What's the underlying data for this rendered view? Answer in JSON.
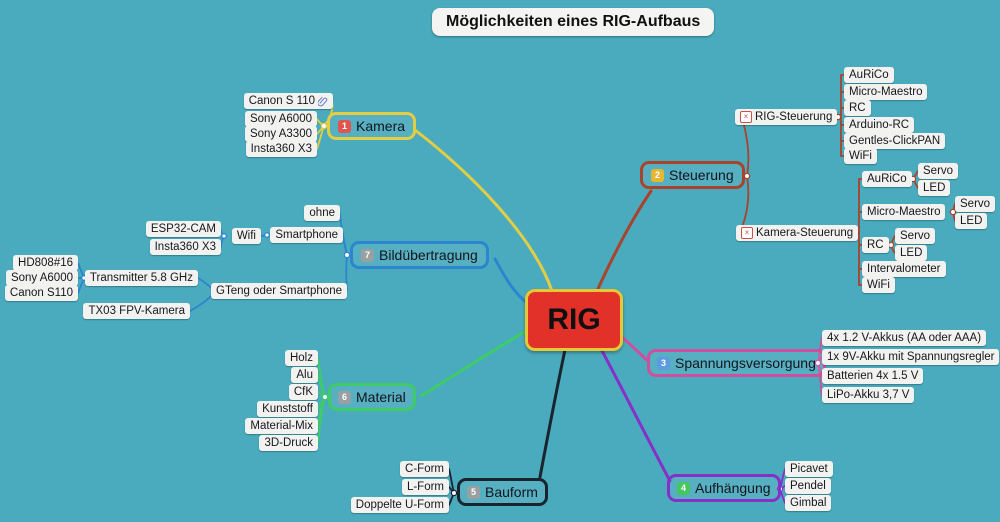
{
  "title": "Möglichkeiten eines RIG-Aufbaus",
  "root": {
    "label": "RIG"
  },
  "icons": {
    "x_marker": "×",
    "attachment": "paperclip"
  },
  "colors": {
    "background": "#4aabbe",
    "node_fill": "#f2f2f0",
    "root_fill": "#e23128",
    "root_border": "#e8c832",
    "kamera": "#e3cd44",
    "steuerung": "#a8432c",
    "spannungsversorgung": "#cf4f9e",
    "aufhaengung": "#8531c9",
    "bauform": "#1a242e",
    "material": "#3ecb68",
    "bilduebertragung": "#2b85cf",
    "badge_kamera": "#e0564e",
    "badge_steuerung": "#e8b731",
    "badge_spannungsversorgung": "#5b9be0",
    "badge_aufhaengung": "#46c561",
    "badge_gray": "#9aa0a2"
  },
  "branches": {
    "kamera": {
      "label": "Kamera",
      "badge": "1",
      "children": [
        "Canon S 110",
        "Sony A6000",
        "Sony A3300",
        "Insta360 X3"
      ]
    },
    "steuerung": {
      "label": "Steuerung",
      "badge": "2",
      "rig_steuerung": {
        "label": "RIG-Steuerung",
        "children": [
          "AuRiCo",
          "Micro-Maestro",
          "RC",
          "Arduino-RC",
          "Gentles-ClickPAN",
          "WiFi"
        ]
      },
      "kamera_steuerung": {
        "label": "Kamera-Steuerung",
        "aurico": {
          "label": "AuRiCo",
          "children": [
            "Servo",
            "LED"
          ]
        },
        "micro_maestro": {
          "label": "Micro-Maestro",
          "children": [
            "Servo",
            "LED"
          ]
        },
        "rc": {
          "label": "RC",
          "children": [
            "Servo",
            "LED"
          ]
        },
        "intervalometer": "Intervalometer",
        "wifi": "WiFi"
      }
    },
    "spannungsversorgung": {
      "label": "Spannungsversorgung",
      "badge": "3",
      "children": [
        "4x 1.2 V-Akkus (AA oder AAA)",
        "1x 9V-Akku mit Spannungsregler",
        "Batterien 4x 1.5 V",
        "LiPo-Akku 3,7 V"
      ]
    },
    "aufhaengung": {
      "label": "Aufhängung",
      "badge": "4",
      "children": [
        "Picavet",
        "Pendel",
        "Gimbal"
      ]
    },
    "bauform": {
      "label": "Bauform",
      "badge": "5",
      "children": [
        "C-Form",
        "L-Form",
        "Doppelte U-Form"
      ]
    },
    "material": {
      "label": "Material",
      "badge": "6",
      "children": [
        "Holz",
        "Alu",
        "CfK",
        "Kunststoff",
        "Material-Mix",
        "3D-Druck"
      ]
    },
    "bilduebertragung": {
      "label": "Bildübertragung",
      "badge": "7",
      "ohne": "ohne",
      "smartphone": {
        "label": "Smartphone",
        "wifi": {
          "label": "Wifi",
          "children": [
            "ESP32-CAM",
            "Insta360 X3"
          ]
        }
      },
      "gteng": {
        "label": "GTeng oder Smartphone",
        "transmitter": {
          "label": "Transmitter 5.8 GHz",
          "children": [
            "HD808#16",
            "Sony A6000",
            "Canon S110"
          ]
        },
        "tx03": "TX03 FPV-Kamera"
      }
    }
  }
}
